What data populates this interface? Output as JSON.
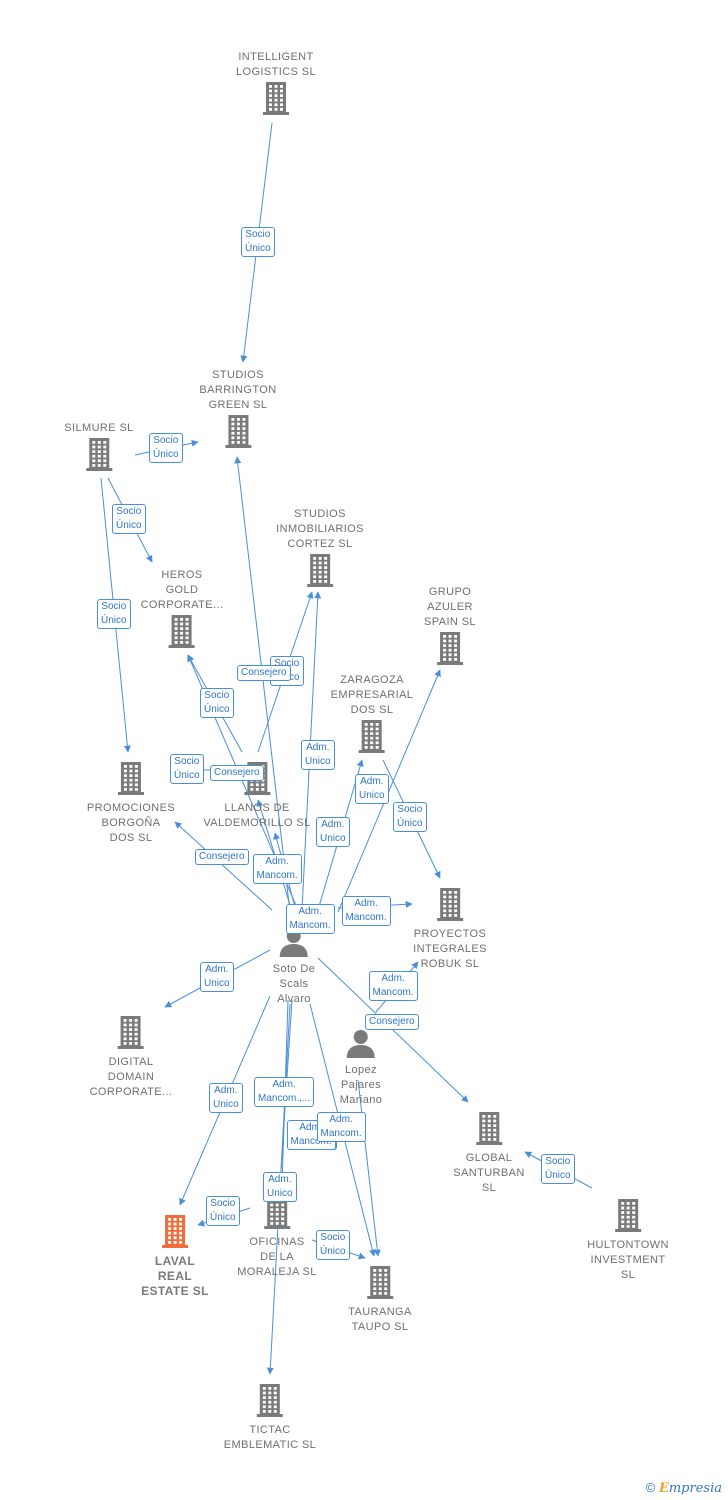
{
  "colors": {
    "edge": "#4a8fd9",
    "node": "#7a7a7a",
    "highlight": "#f26b3a"
  },
  "nodes": [
    {
      "id": "intelligent",
      "type": "company",
      "label": "INTELLIGENT\nLOGISTICS  SL"
    },
    {
      "id": "barrington",
      "type": "company",
      "label": "STUDIOS\nBARRINGTON\nGREEN  SL"
    },
    {
      "id": "silmure",
      "type": "company",
      "label": "SILMURE  SL"
    },
    {
      "id": "cortez",
      "type": "company",
      "label": "STUDIOS\nINMOBILIARIOS\nCORTEZ SL"
    },
    {
      "id": "heros",
      "type": "company",
      "label": "HEROS\nGOLD\nCORPORATE..."
    },
    {
      "id": "azuler",
      "type": "company",
      "label": "GRUPO\nAZULER\nSPAIN SL"
    },
    {
      "id": "zaragoza",
      "type": "company",
      "label": "ZARAGOZA\nEMPRESARIAL\nDOS SL"
    },
    {
      "id": "borgona",
      "type": "company",
      "label": "PROMOCIONES\nBORGOÑA\nDOS  SL"
    },
    {
      "id": "llanos",
      "type": "company",
      "label": "LLANOS DE\nVALDEMORILLO SL"
    },
    {
      "id": "robuk",
      "type": "company",
      "label": "PROYECTOS\nINTEGRALES\nROBUK  SL"
    },
    {
      "id": "soto",
      "type": "person",
      "label": "Soto De\nScals\nAlvaro"
    },
    {
      "id": "digital",
      "type": "company",
      "label": "DIGITAL\nDOMAIN\nCORPORATE..."
    },
    {
      "id": "lopez",
      "type": "person",
      "label": "Lopez\nPajares\nMariano"
    },
    {
      "id": "santurban",
      "type": "company",
      "label": "GLOBAL\nSANTURBAN\nSL"
    },
    {
      "id": "hultontown",
      "type": "company",
      "label": "HULTONTOWN\nINVESTMENT\nSL"
    },
    {
      "id": "laval",
      "type": "company",
      "label": "LAVAL\nREAL\nESTATE  SL",
      "highlight": true
    },
    {
      "id": "oficinas",
      "type": "company",
      "label": "OFICINAS\nDE LA\nMORALEJA SL"
    },
    {
      "id": "tauranga",
      "type": "company",
      "label": "TAURANGA\nTAUPO  SL"
    },
    {
      "id": "tictac",
      "type": "company",
      "label": "TICTAC\nEMBLEMATIC SL"
    }
  ],
  "edges": [
    {
      "from": "intelligent",
      "to": "barrington",
      "label": "Socio\nÚnico"
    },
    {
      "from": "silmure",
      "to": "barrington",
      "label": "Socio\nÚnico"
    },
    {
      "from": "silmure",
      "to": "heros",
      "label": "Socio\nÚnico"
    },
    {
      "from": "silmure",
      "to": "borgona",
      "label": "Socio\nÚnico"
    },
    {
      "from": "llanos",
      "to": "heros",
      "label": "Socio\nÚnico"
    },
    {
      "from": "llanos",
      "to": "cortez",
      "label": "Socio\nÚnico"
    },
    {
      "from": "llanos",
      "to": "borgona",
      "label": "Socio\nÚnico"
    },
    {
      "from": "soto",
      "to": "heros",
      "label": "Consejero"
    },
    {
      "from": "soto",
      "to": "llanos",
      "label": "Consejero"
    },
    {
      "from": "soto",
      "to": "borgona",
      "label": "Consejero"
    },
    {
      "from": "soto",
      "to": "barrington",
      "label": "Adm.\nMancom."
    },
    {
      "from": "soto",
      "to": "cortez",
      "label": "Adm.\nUnico"
    },
    {
      "from": "soto",
      "to": "zaragoza",
      "label": "Adm.\nUnico"
    },
    {
      "from": "soto",
      "to": "azuler",
      "label": "Adm.\nUnico"
    },
    {
      "from": "soto",
      "to": "llanos",
      "label": "Adm.\nMancom."
    },
    {
      "from": "soto",
      "to": "robuk",
      "label": "Adm.\nMancom."
    },
    {
      "from": "zaragoza",
      "to": "robuk",
      "label": "Socio\nÚnico"
    },
    {
      "from": "soto",
      "to": "digital",
      "label": "Adm.\nUnico"
    },
    {
      "from": "soto",
      "to": "santurban",
      "label": "Consejero"
    },
    {
      "from": "lopez",
      "to": "robuk",
      "label": "Adm.\nMancom."
    },
    {
      "from": "hultontown",
      "to": "santurban",
      "label": "Socio\nÚnico"
    },
    {
      "from": "soto",
      "to": "laval",
      "label": "Adm.\nUnico"
    },
    {
      "from": "soto",
      "to": "oficinas",
      "label": "Adm.\nMancom.,..."
    },
    {
      "from": "soto",
      "to": "tauranga",
      "label": "Adm.\nMancom."
    },
    {
      "from": "soto",
      "to": "oficinas",
      "label": "Adm.\nUnico"
    },
    {
      "from": "soto",
      "to": "tictac",
      "label": "Adm.\nMancom."
    },
    {
      "from": "lopez",
      "to": "tauranga",
      "label": "Adm.\nMancom."
    },
    {
      "from": "oficinas",
      "to": "laval",
      "label": "Socio\nÚnico"
    },
    {
      "from": "oficinas",
      "to": "tauranga",
      "label": "Socio\nÚnico"
    }
  ],
  "footer": {
    "copyright": "©",
    "brand_initial": "E",
    "brand_rest": "mpresia"
  }
}
